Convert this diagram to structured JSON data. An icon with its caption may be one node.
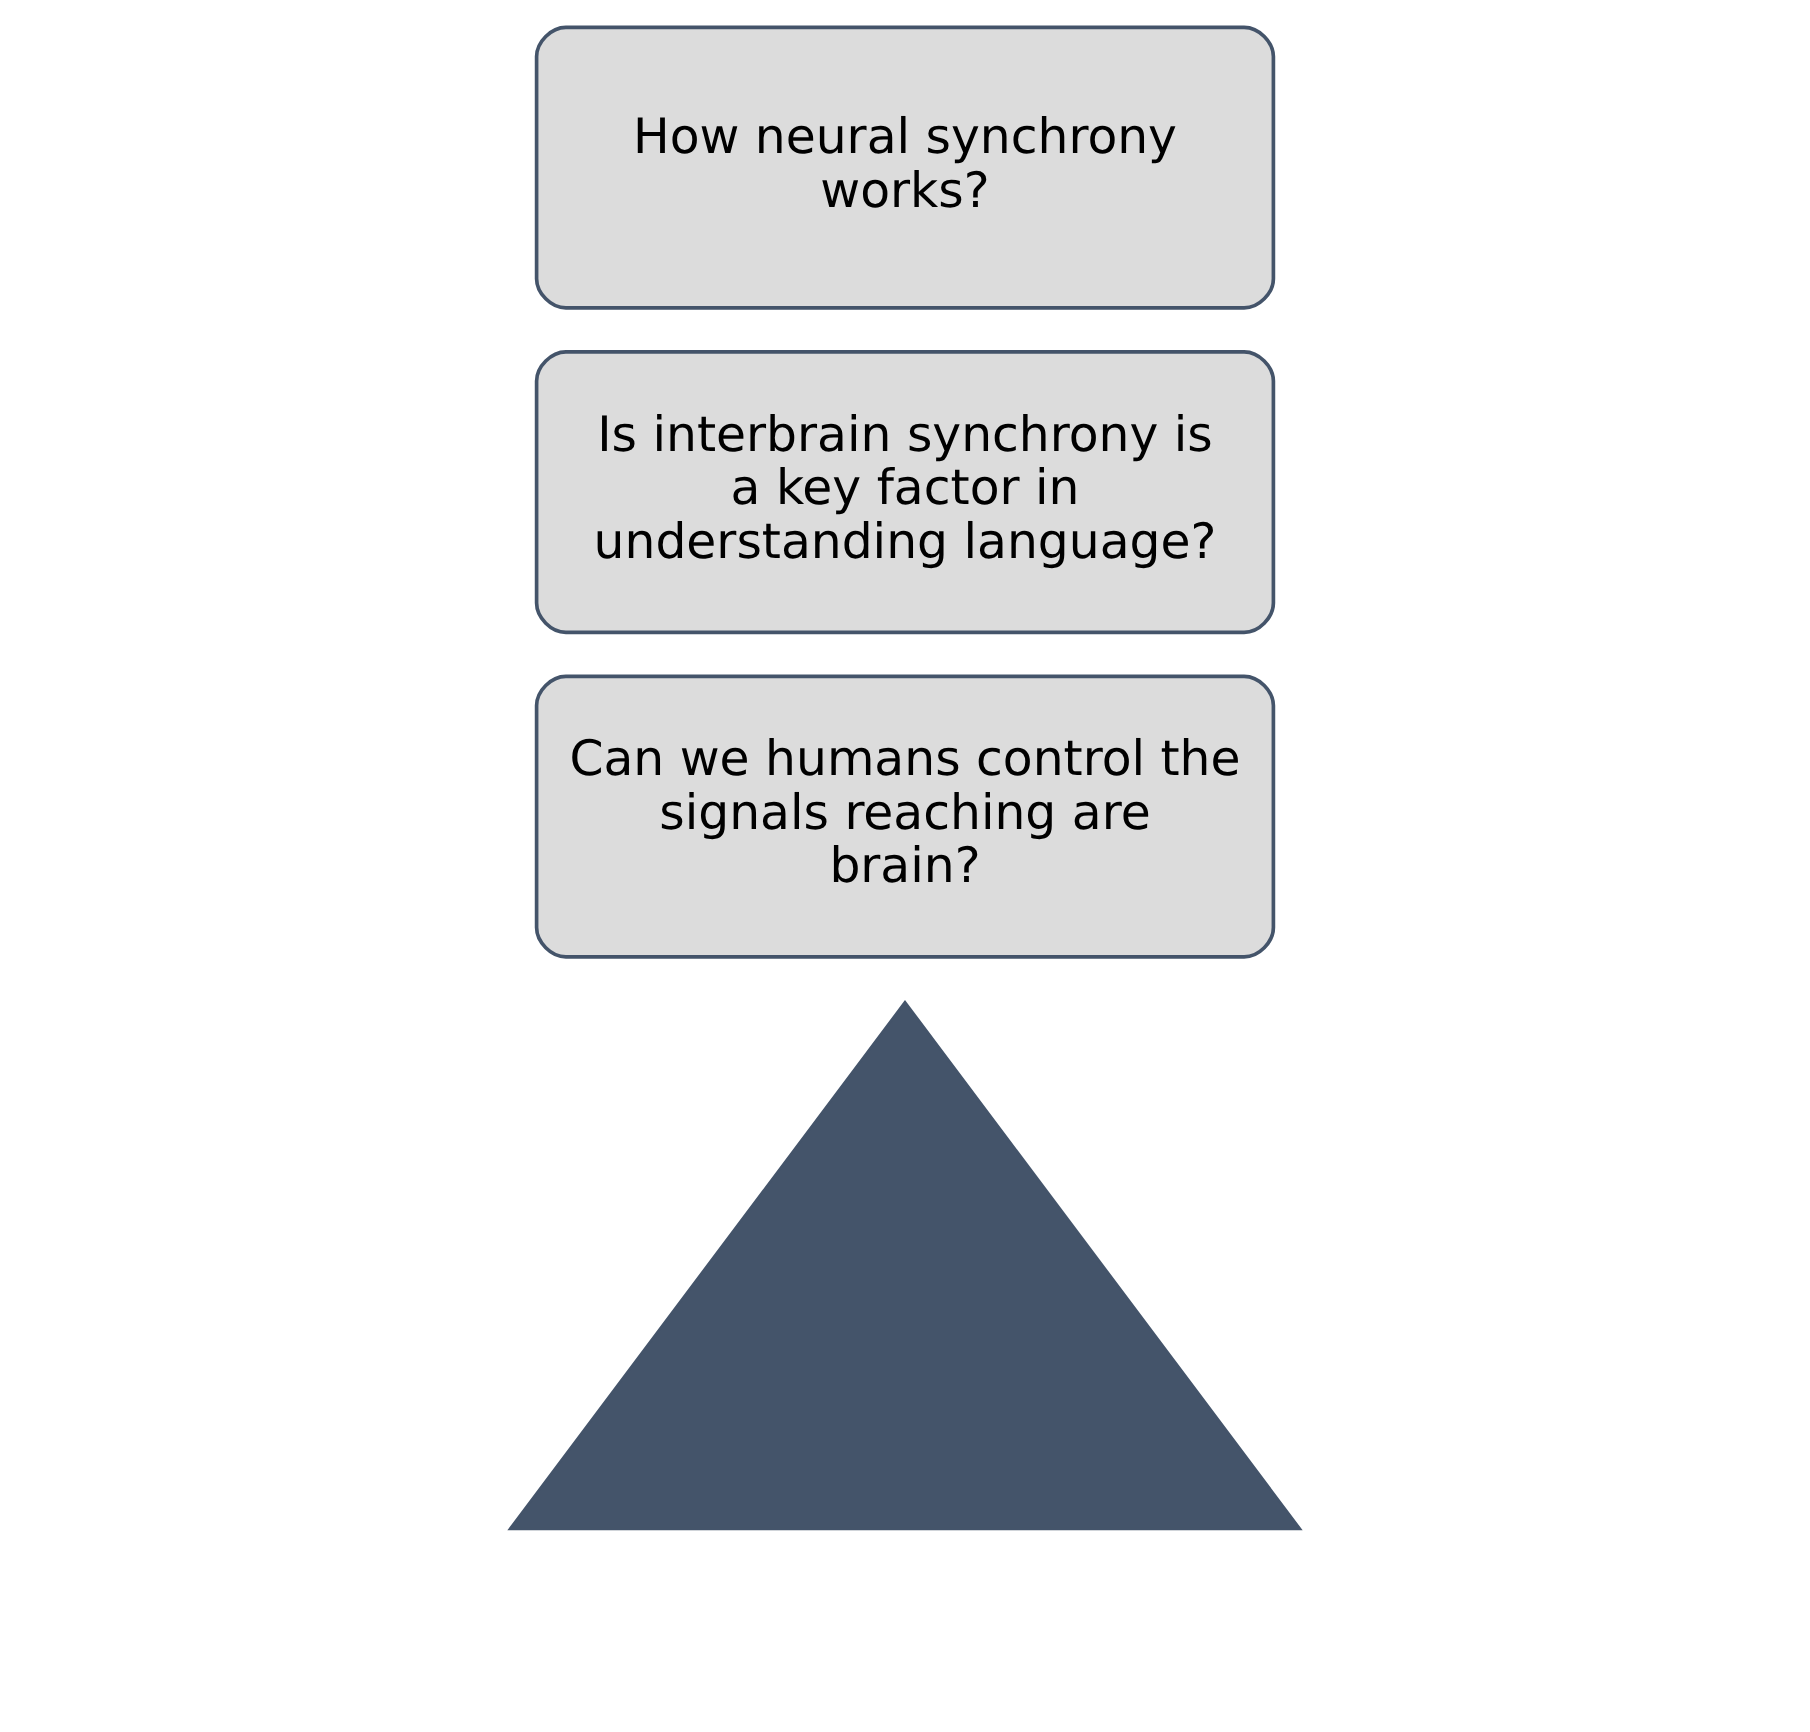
{
  "diagram": {
    "nodes": [
      {
        "text": [],
        "shape": "triangle"
      },
      {
        "text": [
          "Can we humans control the signals reaching are brain?"
        ]
      },
      {
        "text": [
          "Is interbrain synchrony is a key factor in understanding language?"
        ]
      },
      {
        "text": [
          "How neural synchrony works?"
        ]
      }
    ]
  }
}
